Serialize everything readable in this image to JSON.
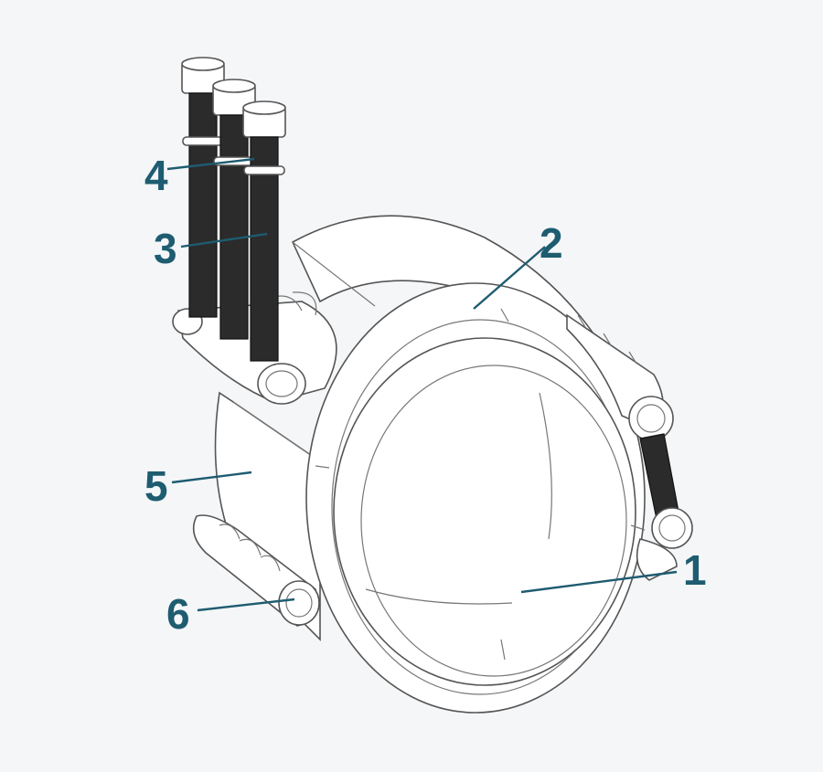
{
  "colors": {
    "background": "#f4f6f8",
    "callout": "#1e5c70",
    "outline": "#555555",
    "thread": "#2b2b2b"
  },
  "callouts": [
    {
      "id": "1",
      "text": "1"
    },
    {
      "id": "2",
      "text": "2"
    },
    {
      "id": "3",
      "text": "3"
    },
    {
      "id": "4",
      "text": "4"
    },
    {
      "id": "5",
      "text": "5"
    },
    {
      "id": "6",
      "text": "6"
    }
  ]
}
